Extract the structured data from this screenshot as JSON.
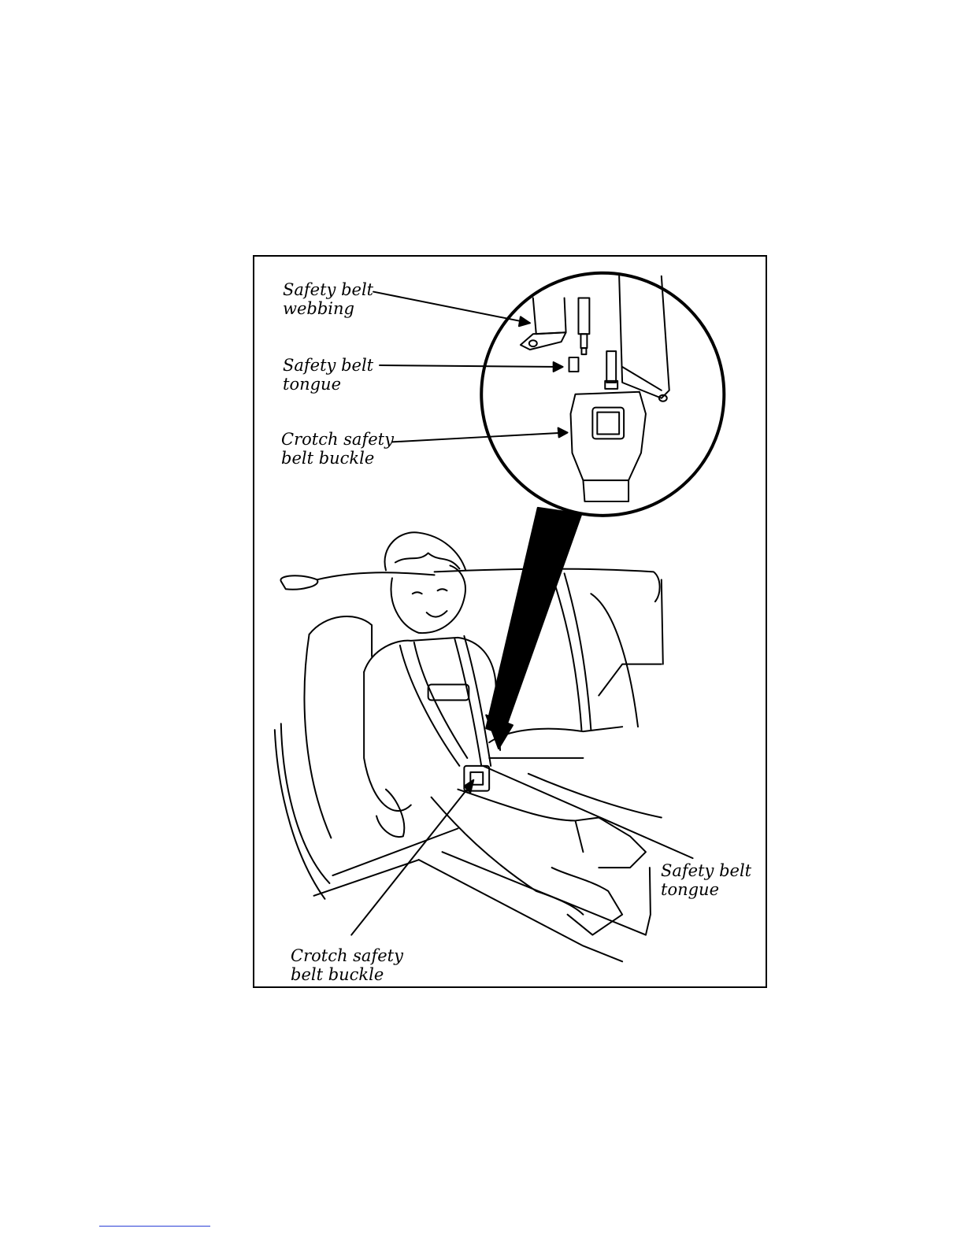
{
  "figure": {
    "callouts": {
      "webbing": {
        "line1": "Safety belt",
        "line2": "webbing"
      },
      "tongue_top": {
        "line1": "Safety belt",
        "line2": "tongue"
      },
      "buckle_top": {
        "line1": "Crotch safety",
        "line2": "belt buckle"
      },
      "tongue_bottom": {
        "line1": "Safety belt",
        "line2": "tongue"
      },
      "buckle_bottom": {
        "line1": "Crotch safety",
        "line2": "belt buckle"
      }
    }
  },
  "colors": {
    "ink": "#000000",
    "paper": "#ffffff",
    "footer_rule": "#2a3fd6"
  }
}
